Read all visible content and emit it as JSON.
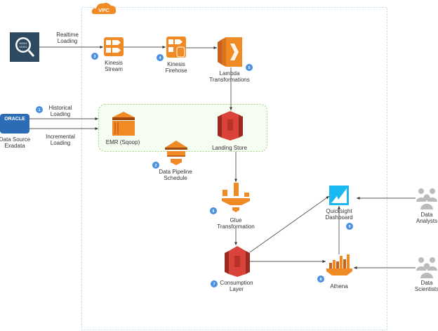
{
  "vpc": {
    "label": "VPC"
  },
  "sources": {
    "realtime": {
      "label_lines": [
        "Realtime",
        "Loading"
      ],
      "icon": "data-search-icon"
    },
    "oracle": {
      "logo": "ORACLE",
      "label_lines": [
        "Data Source",
        "Exadata"
      ]
    },
    "historical": {
      "label_lines": [
        "Historical",
        "Loading"
      ]
    },
    "incremental": {
      "label_lines": [
        "Incremental",
        "Loading"
      ]
    }
  },
  "nodes": {
    "kinesis_stream": {
      "label_lines": [
        "Kinesis",
        "Stream"
      ],
      "badge": "3"
    },
    "kinesis_firehose": {
      "label_lines": [
        "Kinesis",
        "Firehose"
      ],
      "badge": "4"
    },
    "lambda": {
      "label_lines": [
        "Lambda",
        "Transformations"
      ],
      "badge": "5"
    },
    "emr": {
      "label": "EMR (Sqoop)"
    },
    "landing_store": {
      "label": "Landing Store"
    },
    "data_pipeline": {
      "label_lines": [
        "Data Pipeline",
        "Schedule"
      ],
      "badge": "2"
    },
    "glue": {
      "label_lines": [
        "Glue",
        "Transformation"
      ],
      "badge": "6"
    },
    "consumption": {
      "label_lines": [
        "Consumption",
        "Layer"
      ],
      "badge": "7"
    },
    "athena": {
      "label": "Athena",
      "badge": "8"
    },
    "quicksight": {
      "label_lines": [
        "Quicksight",
        "Dashboard"
      ],
      "badge": "9"
    },
    "analysts": {
      "label_lines": [
        "Data",
        "Analysts"
      ]
    },
    "scientists": {
      "label_lines": [
        "Data",
        "Scientists"
      ]
    }
  },
  "badge_1": "1",
  "colors": {
    "aws_orange": "#e8892b",
    "s3_red": "#d9433a",
    "badge_blue": "#4a90e2",
    "quicksight_blue": "#1ab8f0",
    "vpc_border": "#9fd0f0",
    "group_border": "#8cc96a"
  }
}
